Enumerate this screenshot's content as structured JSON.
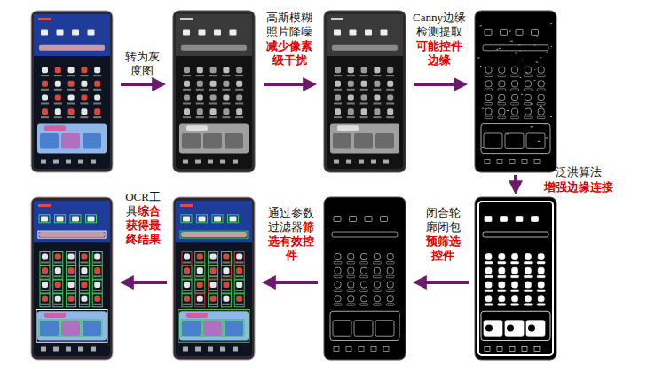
{
  "diagram": {
    "labels": [
      "转为灰度图",
      "高斯模糊照片降噪",
      "减少像素级干扰",
      "Canny边缘检测提取",
      "可能控件边缘",
      "泛洪算法",
      "增强边缘连接",
      "闭合轮廓闭包",
      "预筛选控件",
      "通过参数过滤器",
      "筛选有效控件",
      "OCR工具",
      "综合获得最终结果"
    ]
  }
}
